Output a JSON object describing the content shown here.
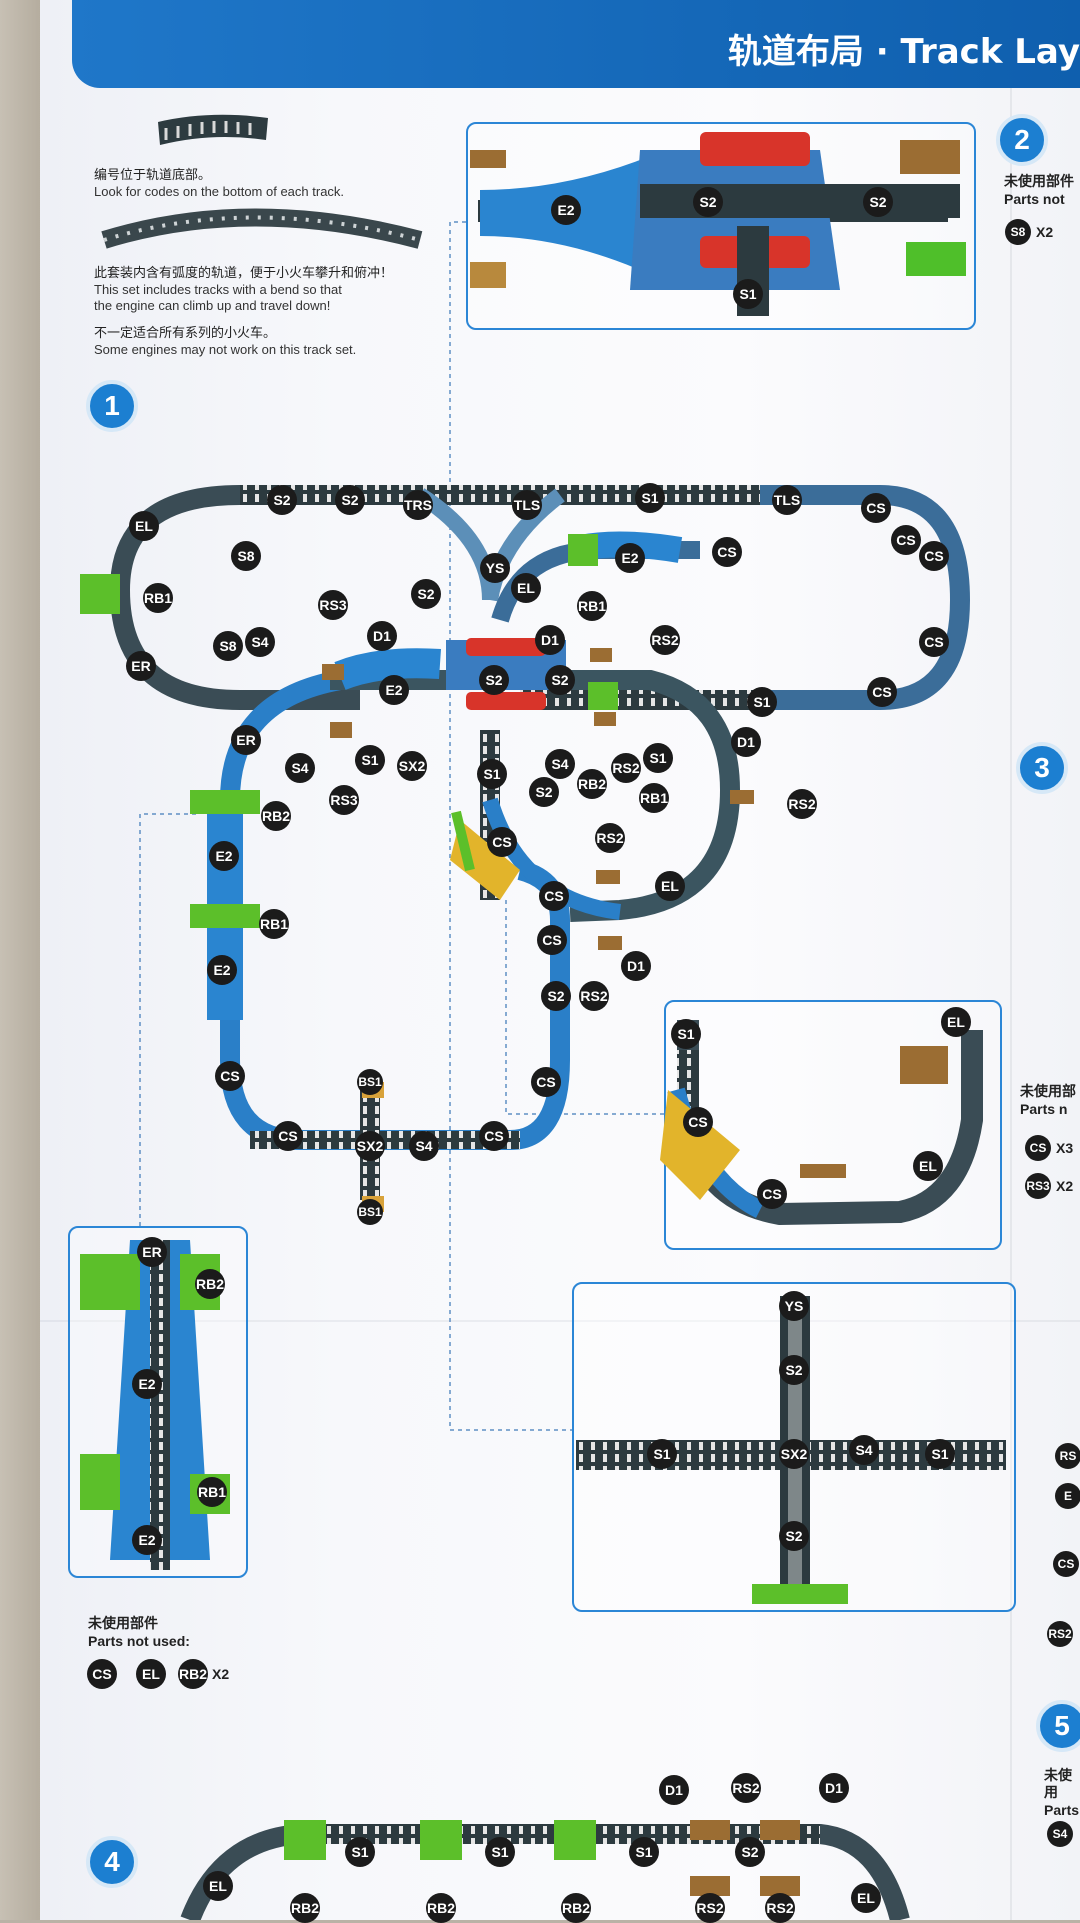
{
  "header": {
    "title": "轨道布局 · Track Lay"
  },
  "intro": {
    "code_zh": "编号位于轨道底部。",
    "code_en": "Look for codes on the bottom of each track.",
    "bend_zh": "此套装内含有弧度的轨道，便于小火车攀升和俯冲！",
    "bend_en1": "This set includes tracks with a bend so that",
    "bend_en2": "the engine can climb up and travel down!",
    "engines_zh": "不一定适合所有系列的小火车。",
    "engines_en": "Some engines may not work on this track set."
  },
  "steps": {
    "s1": "1",
    "s2": "2",
    "s3": "3",
    "s4": "4",
    "s5": "5"
  },
  "colors": {
    "banner": "#1f77c9",
    "track_dark": "#2c3a3f",
    "track_blue": "#2a7fc8",
    "accent_red": "#e23b2e",
    "accent_green": "#5cbf2a"
  },
  "parts": {
    "step1": {
      "title_zh": "未使用部件",
      "title_en": "Parts not used:",
      "items": [
        "CS",
        "EL",
        "RB2"
      ],
      "multiplier": "X2"
    },
    "step2": {
      "title_zh": "未使用部件",
      "title_en": "Parts not",
      "items": [
        "S8"
      ],
      "multiplier": "X2"
    },
    "step3": {
      "title_zh": "未使用部",
      "title_en": "Parts n",
      "cs": "CS",
      "cs_mult": "X3",
      "rs3": "RS3",
      "rs3_mult": "X2"
    },
    "step5": {
      "title_zh": "未使用",
      "title_en": "Parts",
      "items": [
        "S4"
      ]
    }
  },
  "labels": {
    "top_inset": [
      "E2",
      "S2",
      "S2",
      "S1"
    ],
    "main": [
      "S2",
      "S2",
      "TRS",
      "TLS",
      "S1",
      "TLS",
      "CS",
      "EL",
      "S8",
      "YS",
      "E2",
      "CS",
      "CS",
      "RB1",
      "S2",
      "EL",
      "RB1",
      "D1",
      "RS2",
      "CS",
      "RS3",
      "D1",
      "S8",
      "S4",
      "S2",
      "S2",
      "E2",
      "S1",
      "CS",
      "ER",
      "ER",
      "S4",
      "S1",
      "SX2",
      "S4",
      "RB2",
      "RS2",
      "S1",
      "D1",
      "RS3",
      "S1",
      "S2",
      "RB1",
      "RS2",
      "RB2",
      "CS",
      "RS2",
      "E2",
      "EL",
      "CS",
      "RB1",
      "CS",
      "D1",
      "E2",
      "RS2",
      "S2",
      "CS",
      "CS",
      "CS",
      "BS1",
      "SX2",
      "S4",
      "CS",
      "BS1",
      "CS"
    ],
    "inset_right": [
      "S1",
      "EL",
      "CS",
      "CS",
      "EL"
    ],
    "inset_left": [
      "ER",
      "RB2",
      "E2",
      "RB1",
      "E2"
    ],
    "inset_cross": [
      "YS",
      "S2",
      "S1",
      "SX2",
      "S4",
      "S1",
      "S2"
    ],
    "step4": [
      "D1",
      "RS2",
      "D1",
      "S1",
      "S1",
      "S1",
      "S2",
      "EL",
      "EL",
      "RB2",
      "RB2",
      "RB2",
      "RS2",
      "RS2"
    ],
    "edge_right": [
      "RS",
      "E",
      "CS",
      "RS2"
    ]
  }
}
